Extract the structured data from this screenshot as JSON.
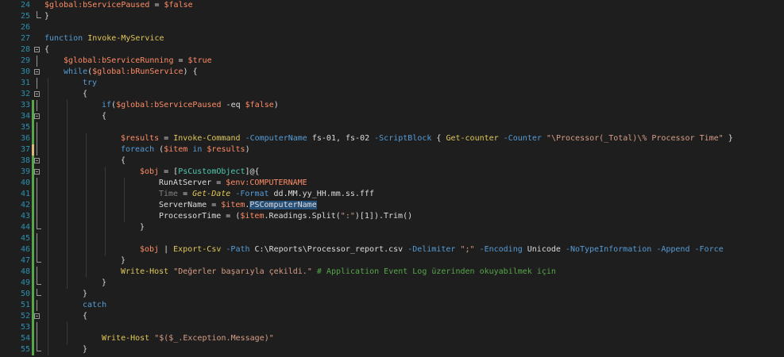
{
  "editor": {
    "theme": {
      "background": "#1e1e1e",
      "line_number": "#2b91af",
      "keyword": "#569cd6",
      "variable": "#ff8c66",
      "cmdlet": "#e0c75a",
      "string": "#d69d85",
      "comment": "#57a64a",
      "type": "#4ec9b0",
      "selection": "#264f78"
    },
    "lines": [
      {
        "n": "24",
        "parts": [
          [
            "var",
            "$global:bServicePaused"
          ],
          [
            "txt",
            " = "
          ],
          [
            "var",
            "$false"
          ]
        ]
      },
      {
        "n": "25",
        "parts": [
          [
            "txt",
            "}"
          ]
        ]
      },
      {
        "n": "26",
        "parts": []
      },
      {
        "n": "27",
        "parts": [
          [
            "kw",
            "function "
          ],
          [
            "cmd",
            "Invoke-MyService"
          ]
        ]
      },
      {
        "n": "28",
        "parts": [
          [
            "txt",
            "{"
          ]
        ]
      },
      {
        "n": "29",
        "parts": [
          [
            "var",
            "$global:bServiceRunning"
          ],
          [
            "txt",
            " = "
          ],
          [
            "var",
            "$true"
          ]
        ]
      },
      {
        "n": "30",
        "parts": [
          [
            "kw",
            "while"
          ],
          [
            "txt",
            "("
          ],
          [
            "var",
            "$global:bRunService"
          ],
          [
            "txt",
            ") {"
          ]
        ]
      },
      {
        "n": "31",
        "parts": [
          [
            "kw",
            "try"
          ]
        ]
      },
      {
        "n": "32",
        "parts": [
          [
            "txt",
            "{"
          ]
        ]
      },
      {
        "n": "33",
        "parts": [
          [
            "kw",
            "if"
          ],
          [
            "txt",
            "("
          ],
          [
            "var",
            "$global:bServicePaused"
          ],
          [
            "txt",
            " -eq "
          ],
          [
            "var",
            "$false"
          ],
          [
            "txt",
            ")"
          ]
        ]
      },
      {
        "n": "34",
        "parts": [
          [
            "txt",
            "{"
          ]
        ]
      },
      {
        "n": "35",
        "parts": []
      },
      {
        "n": "36",
        "parts": [
          [
            "var",
            "$results"
          ],
          [
            "txt",
            " = "
          ],
          [
            "cmd",
            "Invoke-Command"
          ],
          [
            "txt",
            " "
          ],
          [
            "param",
            "-ComputerName"
          ],
          [
            "txt",
            " fs-01, fs-02 "
          ],
          [
            "param",
            "-ScriptBlock"
          ],
          [
            "txt",
            " { "
          ],
          [
            "cmd",
            "Get-counter"
          ],
          [
            "txt",
            " "
          ],
          [
            "param",
            "-Counter"
          ],
          [
            "txt",
            " "
          ],
          [
            "str",
            "\"\\Processor(_Total)\\% Processor Time\""
          ],
          [
            "txt",
            " }"
          ]
        ]
      },
      {
        "n": "37",
        "parts": [
          [
            "kw",
            "foreach"
          ],
          [
            "txt",
            " ("
          ],
          [
            "var",
            "$item"
          ],
          [
            "kw",
            " in "
          ],
          [
            "var",
            "$results"
          ],
          [
            "txt",
            ")"
          ]
        ]
      },
      {
        "n": "38",
        "parts": [
          [
            "txt",
            "{"
          ]
        ]
      },
      {
        "n": "39",
        "parts": [
          [
            "var",
            "$obj"
          ],
          [
            "txt",
            " = ["
          ],
          [
            "typ",
            "PsCustomObject"
          ],
          [
            "txt",
            "]@{"
          ]
        ]
      },
      {
        "n": "40",
        "parts": [
          [
            "txt",
            "RunAtServer = "
          ],
          [
            "var",
            "$env:COMPUTERNAME"
          ]
        ]
      },
      {
        "n": "41",
        "parts": [
          [
            "prop",
            "Time"
          ],
          [
            "txt",
            " = "
          ],
          [
            "cmdi",
            "Get-Date"
          ],
          [
            "txt",
            " "
          ],
          [
            "param",
            "-Format"
          ],
          [
            "txt",
            " dd.MM.yy_HH.mm.ss.fff"
          ]
        ]
      },
      {
        "n": "42",
        "parts": [
          [
            "txt",
            "ServerName = "
          ],
          [
            "var",
            "$item"
          ],
          [
            "txt",
            "."
          ],
          [
            "sel",
            "PSComputerName"
          ]
        ]
      },
      {
        "n": "43",
        "parts": [
          [
            "txt",
            "ProcessorTime = ("
          ],
          [
            "var",
            "$item"
          ],
          [
            "txt",
            ".Readings.Split("
          ],
          [
            "str",
            "\":\""
          ],
          [
            "txt",
            ")[1]).Trim()"
          ]
        ]
      },
      {
        "n": "44",
        "parts": [
          [
            "txt",
            "}"
          ]
        ]
      },
      {
        "n": "45",
        "parts": []
      },
      {
        "n": "46",
        "parts": [
          [
            "var",
            "$obj"
          ],
          [
            "txt",
            " | "
          ],
          [
            "cmd",
            "Export-Csv"
          ],
          [
            "txt",
            " "
          ],
          [
            "param",
            "-Path"
          ],
          [
            "txt",
            " C:\\Reports\\Processor_report.csv "
          ],
          [
            "param",
            "-Delimiter"
          ],
          [
            "txt",
            " "
          ],
          [
            "str",
            "\";\""
          ],
          [
            "txt",
            " "
          ],
          [
            "param",
            "-Encoding"
          ],
          [
            "txt",
            " Unicode "
          ],
          [
            "param",
            "-NoTypeInformation"
          ],
          [
            "txt",
            " "
          ],
          [
            "param",
            "-Append"
          ],
          [
            "txt",
            " "
          ],
          [
            "param",
            "-Force"
          ]
        ]
      },
      {
        "n": "47",
        "parts": [
          [
            "txt",
            "}"
          ]
        ]
      },
      {
        "n": "48",
        "parts": [
          [
            "cmd",
            "Write-Host"
          ],
          [
            "txt",
            " "
          ],
          [
            "str",
            "\"Değerler başarıyla çekildi.\""
          ],
          [
            "cmt",
            " # Application Event Log üzerinden okuyabilmek için"
          ]
        ]
      },
      {
        "n": "49",
        "parts": [
          [
            "txt",
            "}"
          ]
        ]
      },
      {
        "n": "50",
        "parts": [
          [
            "txt",
            "}"
          ]
        ]
      },
      {
        "n": "51",
        "parts": [
          [
            "kw",
            "catch"
          ]
        ]
      },
      {
        "n": "52",
        "parts": [
          [
            "txt",
            "{"
          ]
        ]
      },
      {
        "n": "53",
        "parts": []
      },
      {
        "n": "54",
        "parts": [
          [
            "cmd",
            "Write-Host"
          ],
          [
            "txt",
            " "
          ],
          [
            "str",
            "\"$($_.Exception.Message)\""
          ]
        ]
      },
      {
        "n": "55",
        "parts": [
          [
            "txt",
            "}"
          ]
        ]
      }
    ]
  }
}
